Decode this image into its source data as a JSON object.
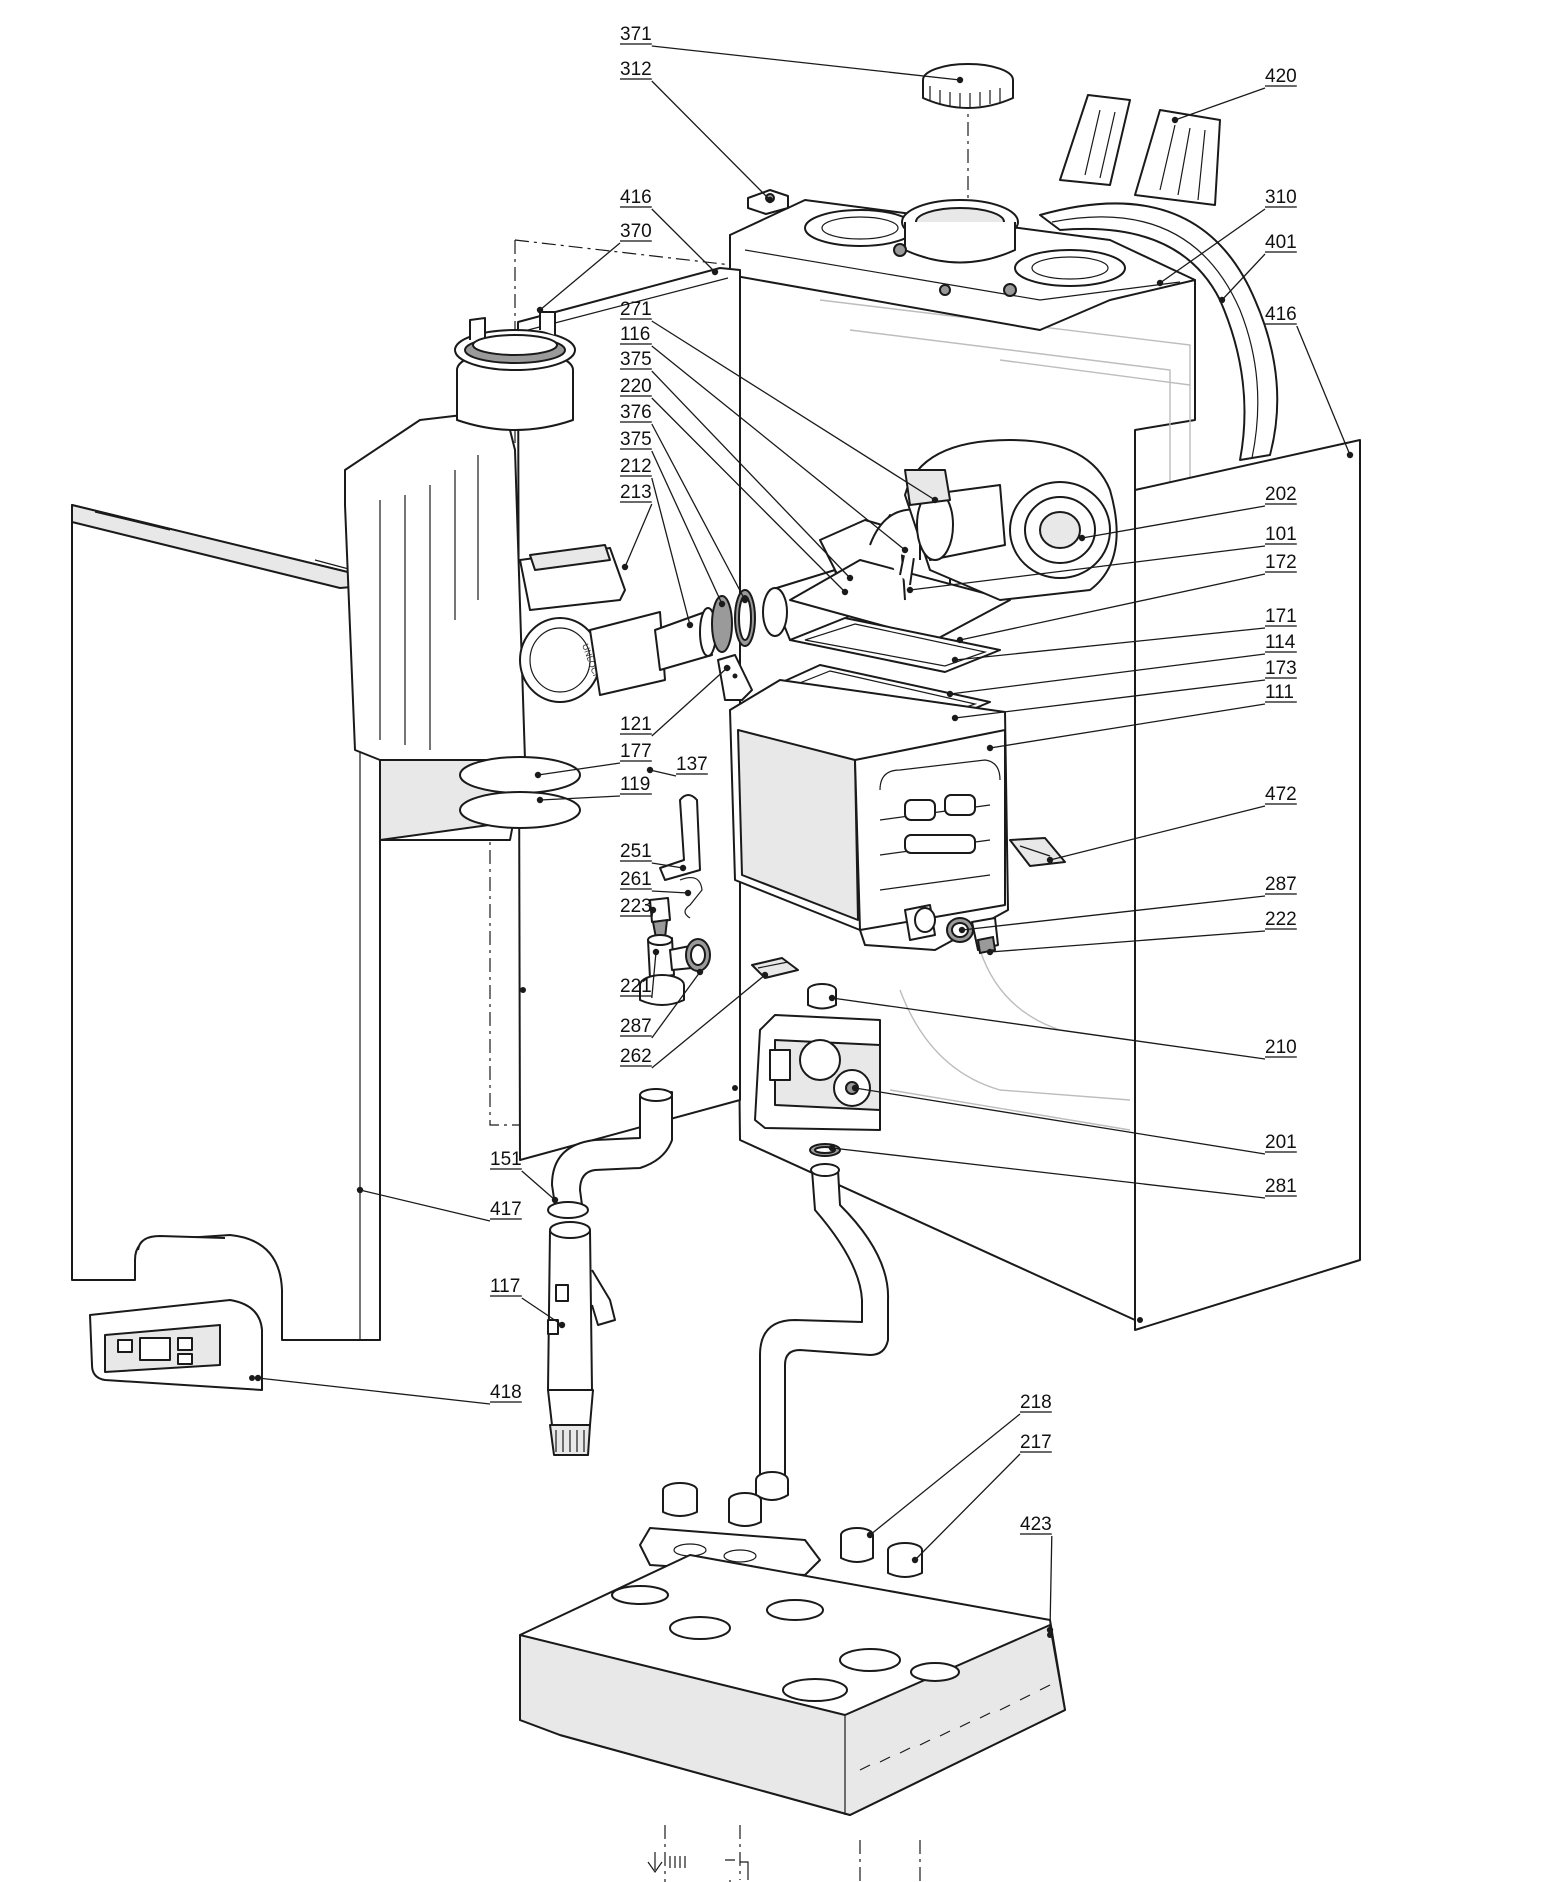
{
  "callouts": [
    {
      "id": "c371",
      "label": "371"
    },
    {
      "id": "c312",
      "label": "312"
    },
    {
      "id": "c420",
      "label": "420"
    },
    {
      "id": "c416a",
      "label": "416"
    },
    {
      "id": "c310",
      "label": "310"
    },
    {
      "id": "c370",
      "label": "370"
    },
    {
      "id": "c401",
      "label": "401"
    },
    {
      "id": "c416b",
      "label": "416"
    },
    {
      "id": "c271",
      "label": "271"
    },
    {
      "id": "c116",
      "label": "116"
    },
    {
      "id": "c375a",
      "label": "375"
    },
    {
      "id": "c220",
      "label": "220"
    },
    {
      "id": "c376",
      "label": "376"
    },
    {
      "id": "c375b",
      "label": "375"
    },
    {
      "id": "c212",
      "label": "212"
    },
    {
      "id": "c213",
      "label": "213"
    },
    {
      "id": "c202",
      "label": "202"
    },
    {
      "id": "c101",
      "label": "101"
    },
    {
      "id": "c172",
      "label": "172"
    },
    {
      "id": "c171",
      "label": "171"
    },
    {
      "id": "c114",
      "label": "114"
    },
    {
      "id": "c173",
      "label": "173"
    },
    {
      "id": "c111",
      "label": "111"
    },
    {
      "id": "c121",
      "label": "121"
    },
    {
      "id": "c177",
      "label": "177"
    },
    {
      "id": "c137",
      "label": "137"
    },
    {
      "id": "c119",
      "label": "119"
    },
    {
      "id": "c472",
      "label": "472"
    },
    {
      "id": "c251",
      "label": "251"
    },
    {
      "id": "c261",
      "label": "261"
    },
    {
      "id": "c223",
      "label": "223"
    },
    {
      "id": "c287a",
      "label": "287"
    },
    {
      "id": "c222",
      "label": "222"
    },
    {
      "id": "c221",
      "label": "221"
    },
    {
      "id": "c287b",
      "label": "287"
    },
    {
      "id": "c262",
      "label": "262"
    },
    {
      "id": "c210",
      "label": "210"
    },
    {
      "id": "c201",
      "label": "201"
    },
    {
      "id": "c151",
      "label": "151"
    },
    {
      "id": "c281",
      "label": "281"
    },
    {
      "id": "c417",
      "label": "417"
    },
    {
      "id": "c117",
      "label": "117"
    },
    {
      "id": "c418",
      "label": "418"
    },
    {
      "id": "c218",
      "label": "218"
    },
    {
      "id": "c217",
      "label": "217"
    },
    {
      "id": "c423",
      "label": "423"
    }
  ],
  "unlock_text": "UNLOCK"
}
